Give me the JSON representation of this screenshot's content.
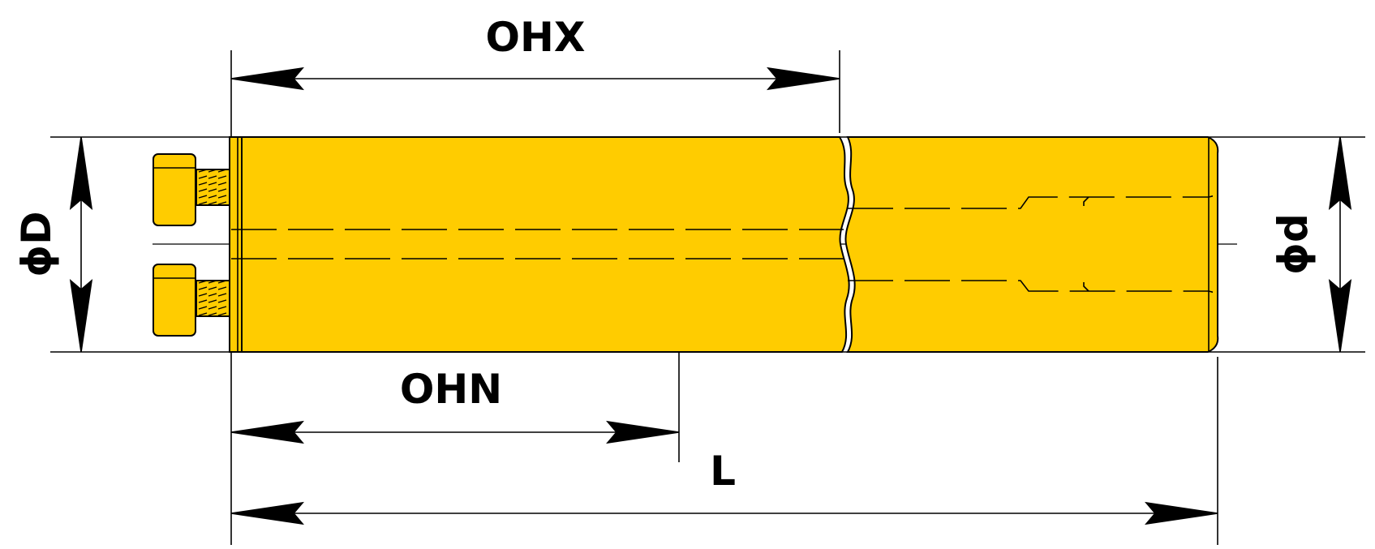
{
  "labels": {
    "ohx": "OHX",
    "ohn": "OHN",
    "l": "L",
    "big_diameter": "ϕD",
    "small_diameter": "ϕd"
  },
  "colors": {
    "body": "#FFCC00",
    "line": "#000000",
    "background": "#FFFFFF"
  }
}
